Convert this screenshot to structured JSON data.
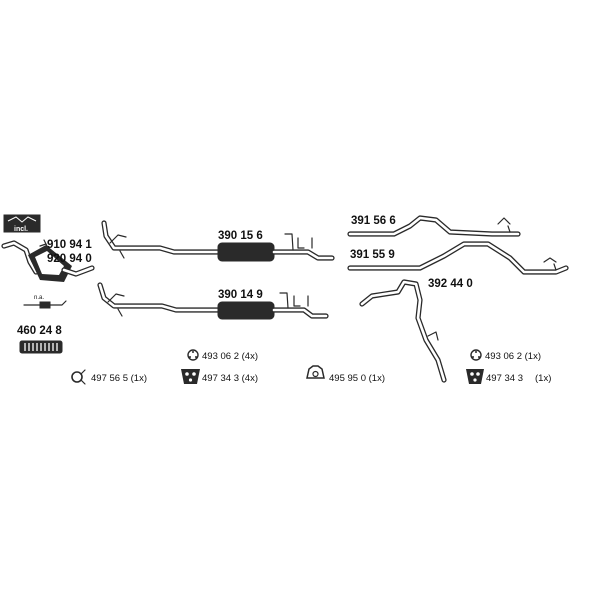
{
  "parts": {
    "cat_a": "910 94 1",
    "cat_b": "920 94 0",
    "incl": "incl.",
    "na": "n.a.",
    "flex": "460 24 8",
    "muffler_long": "390 15 6",
    "muffler_short": "390 14 9",
    "tail_a": "391 56 6",
    "tail_b": "391 55 9",
    "mid_pipe": "392 44 0"
  },
  "hardware": {
    "clamp_left": "497 56 5 (1x)",
    "ring_left": "493 06 2 (4x)",
    "hanger_left": "497 34 3 (4x)",
    "round_hanger": "495 95 0 (1x)",
    "ring_right": "493 06 2 (1x)",
    "hanger_right_num": "497 34 3",
    "hanger_right_qty": "(1x)"
  }
}
